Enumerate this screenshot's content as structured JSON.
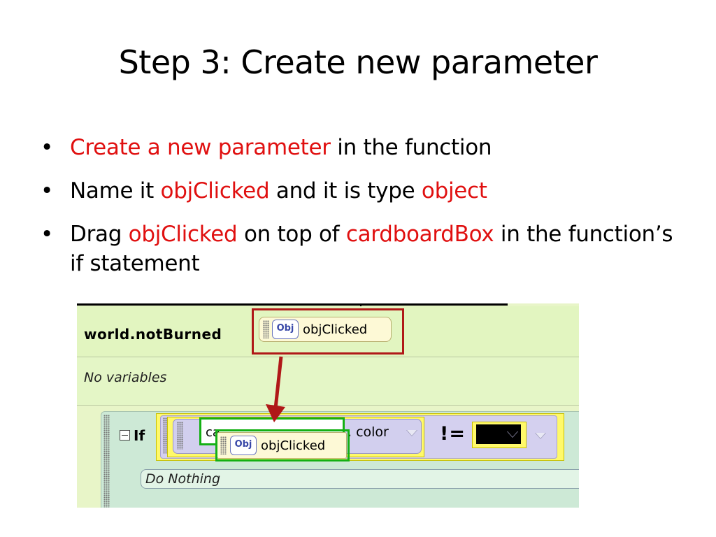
{
  "slide": {
    "title": "Step 3: Create new parameter",
    "bullets": [
      {
        "bullet": "•",
        "parts": [
          "Create a new parameter",
          " in the function"
        ]
      },
      {
        "bullet": "•",
        "parts": [
          "Name it ",
          "objClicked",
          " and it is type ",
          "object"
        ]
      },
      {
        "bullet": "•",
        "parts": [
          "Drag ",
          "objClicked",
          " on top of ",
          "cardboardBox",
          " in the function’s if statement"
        ]
      }
    ]
  },
  "screenshot": {
    "function_name": "world.notBurned",
    "parameter_icon": "Obj",
    "parameter_name": "objClicked",
    "no_variables": "No variables",
    "if_label": "If",
    "cardboard_fragment": "ca",
    "color_property": ". color",
    "not_equal": "!=",
    "dragged_icon": "Obj",
    "dragged_name": "objClicked",
    "do_nothing": "Do Nothing",
    "swatch_color": "#000000",
    "highlight_red": "#b01818",
    "highlight_green": "#14b014",
    "icons": [
      "collapse-icon",
      "dropdown-arrow-icon",
      "grip-icon",
      "drag-arrow-icon"
    ]
  }
}
